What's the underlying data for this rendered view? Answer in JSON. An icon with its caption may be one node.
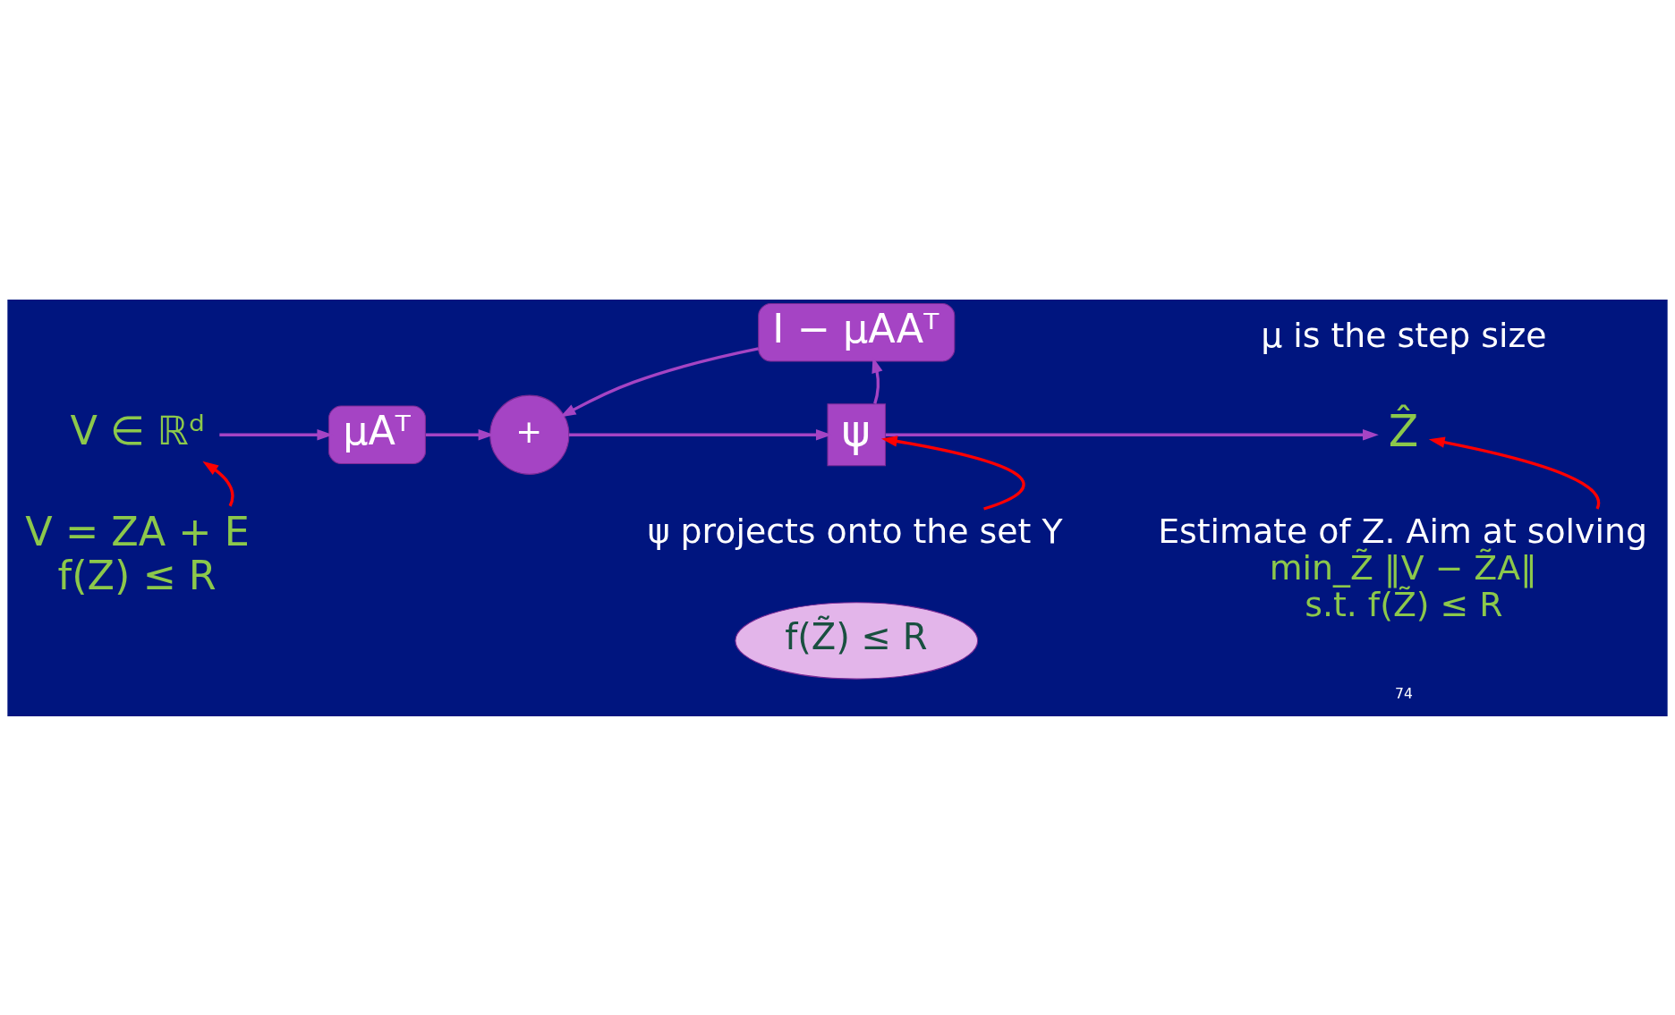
{
  "diagram": {
    "nodes": [
      {
        "text": [
          "V ∈ ℝᵈ"
        ]
      },
      {
        "text": [
          "μAᵀ"
        ]
      },
      {
        "text": [
          "+"
        ]
      },
      {
        "text": [
          "ψ"
        ]
      },
      {
        "text": [
          "Ẑ"
        ]
      },
      {
        "text": [
          "I − μAAᵀ"
        ]
      },
      {
        "text": [
          "V = ZA + E",
          "f(Z) ≤ R"
        ]
      },
      {
        "text": [
          "ψ projects onto the set Υ"
        ]
      },
      {
        "text": [
          "Estimate of Z. Aim at solving",
          "min_Z̃ ‖V − Z̃A‖",
          "s.t. f(Z̃) ≤ R"
        ]
      },
      {
        "text": [
          "f(Z̃) ≤ R"
        ]
      }
    ],
    "edges": [
      {
        "from": 0,
        "to": 1,
        "arrow": "to"
      },
      {
        "from": 1,
        "to": 2,
        "arrow": "to"
      },
      {
        "from": 2,
        "to": 3,
        "arrow": "to"
      },
      {
        "from": 3,
        "to": 4,
        "arrow": "to"
      },
      {
        "from": 3,
        "to": 5,
        "arrow": "to"
      },
      {
        "from": 5,
        "to": 2,
        "arrow": "to"
      },
      {
        "from": 6,
        "to": 0,
        "arrow": "to",
        "color": "#ff0000"
      },
      {
        "from": 7,
        "to": 3,
        "arrow": "to",
        "color": "#ff0000"
      },
      {
        "from": 8,
        "to": 4,
        "arrow": "to",
        "color": "#ff0000"
      }
    ],
    "labels": [
      "μ is the step size",
      "74"
    ]
  }
}
